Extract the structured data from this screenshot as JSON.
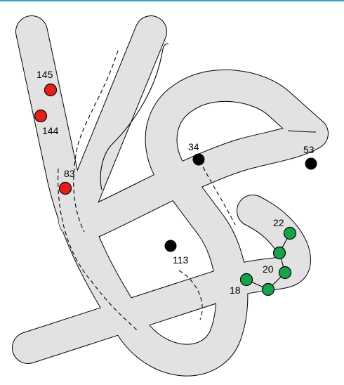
{
  "colors": {
    "tube": "#e2e2e2",
    "outline": "#000000",
    "red": "#e3201b",
    "black": "#000000",
    "green": "#16a34a"
  },
  "labels": {
    "l145": "145",
    "l144": "144",
    "l83": "83",
    "l34": "34",
    "l53": "53",
    "l113": "113",
    "l22": "22",
    "l20": "20",
    "l18": "18"
  }
}
